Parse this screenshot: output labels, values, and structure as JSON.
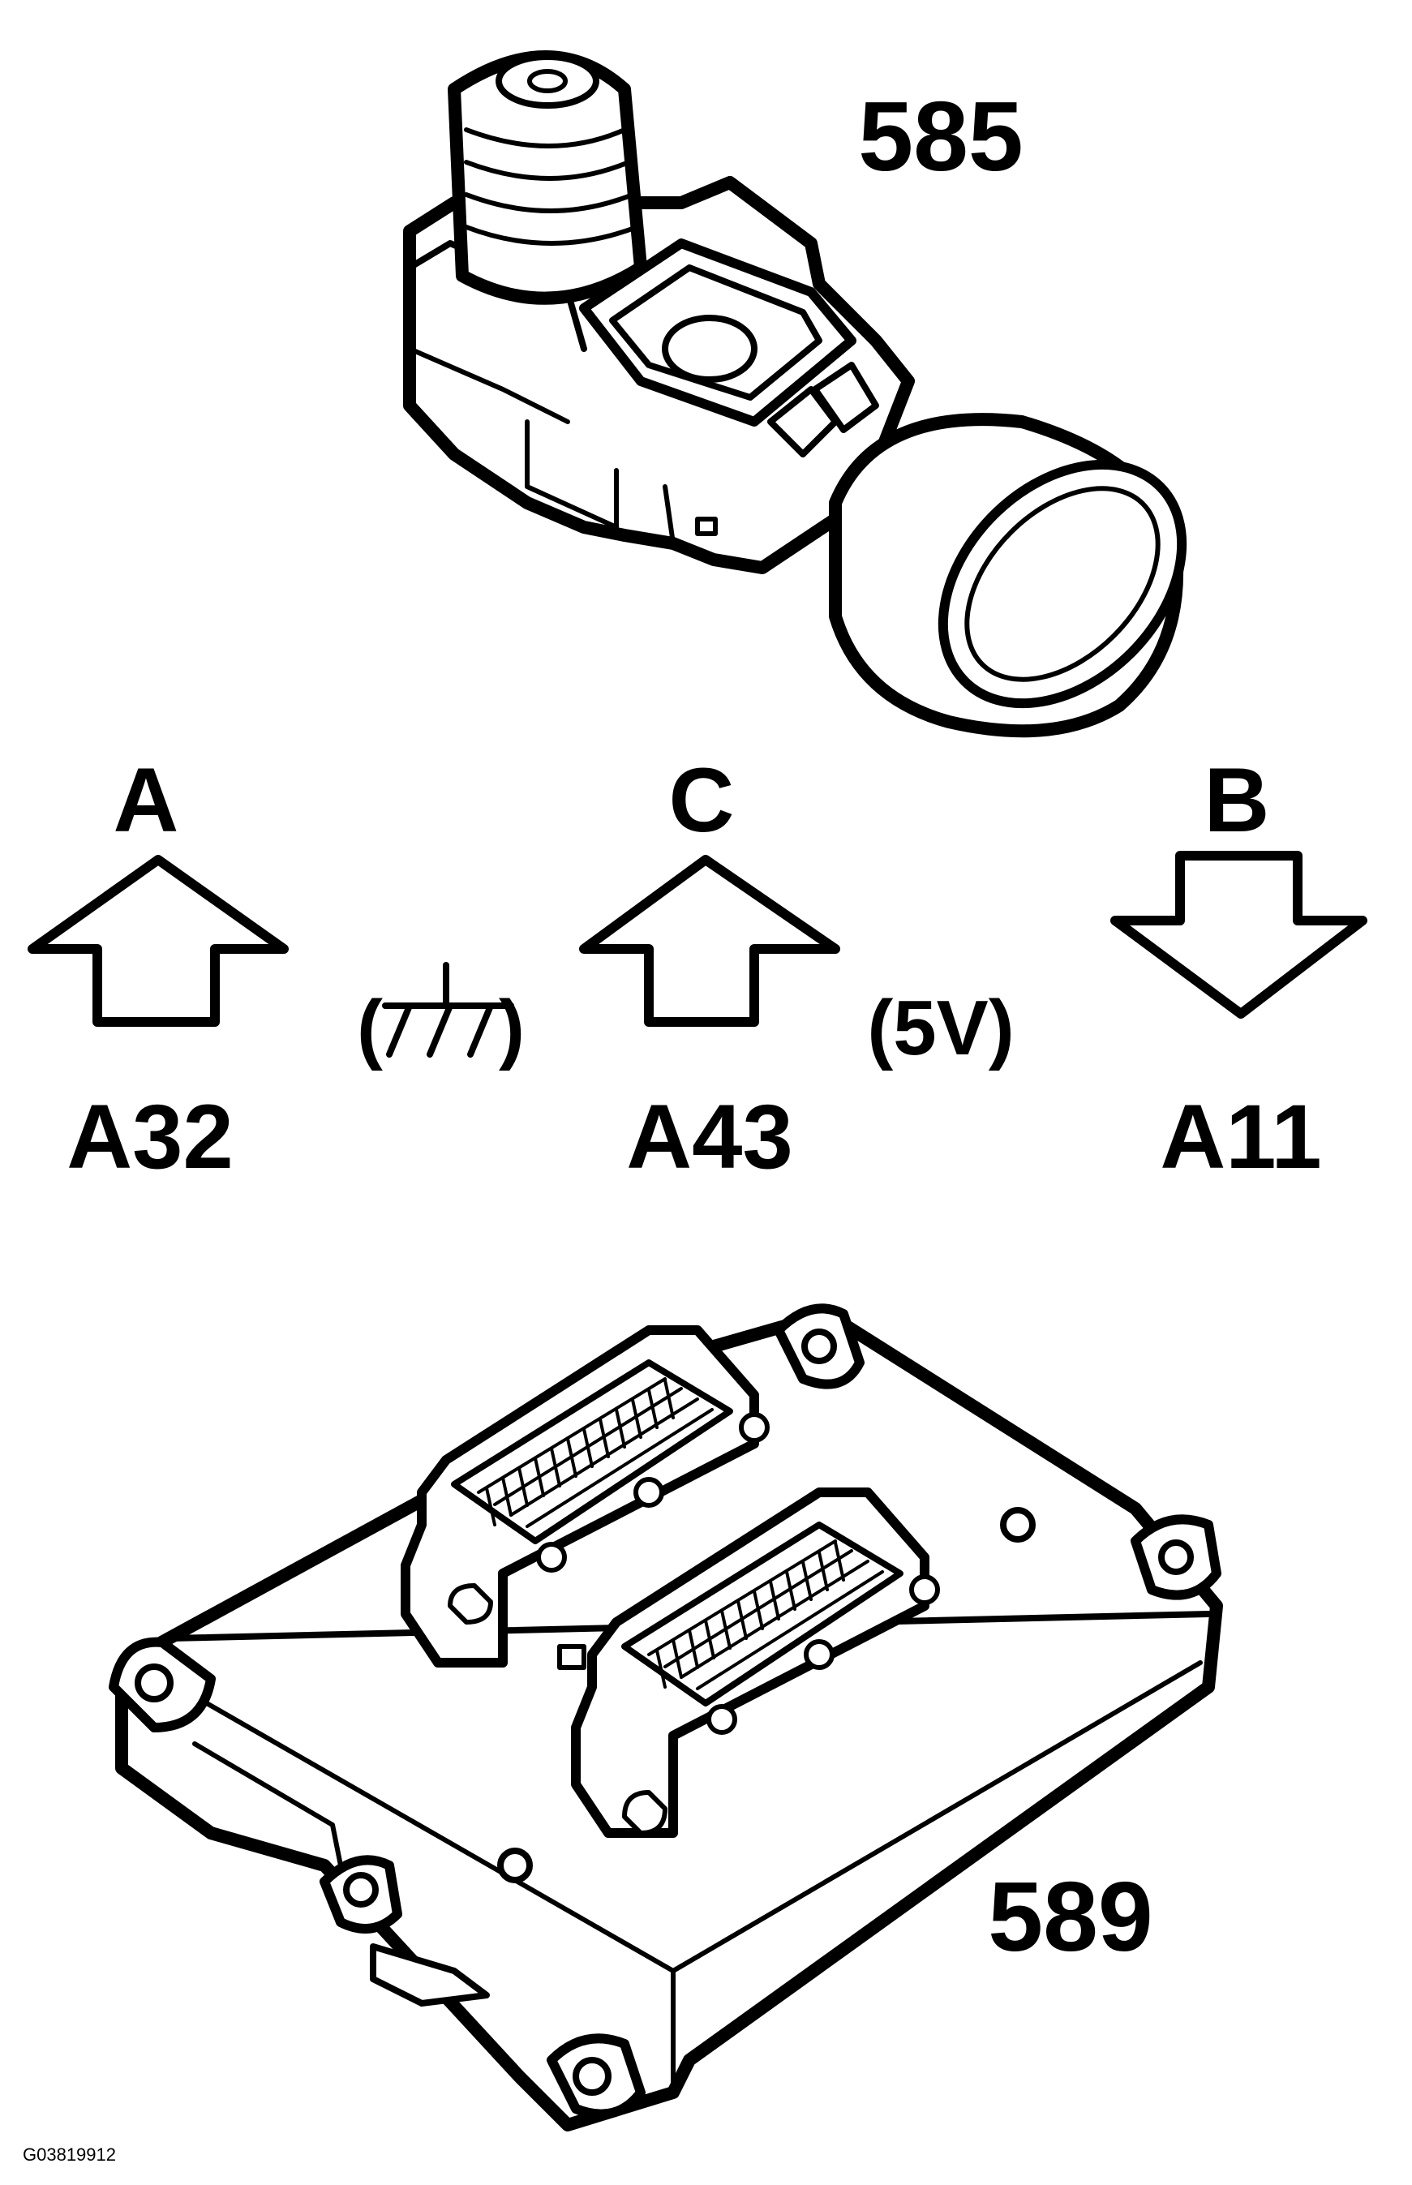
{
  "components": {
    "sensor": {
      "label": "585",
      "icon": "pressure-sensor-icon"
    },
    "control_module": {
      "label": "589",
      "icon": "control-module-icon"
    }
  },
  "pins": [
    {
      "terminal": "A",
      "cavity": "A32",
      "direction": "up",
      "signal": ""
    },
    {
      "terminal": "C",
      "cavity": "A43",
      "direction": "up",
      "signal": ""
    },
    {
      "terminal": "B",
      "cavity": "A11",
      "direction": "down",
      "signal": ""
    }
  ],
  "signals": {
    "ground": {
      "icon": "ground-symbol-icon"
    },
    "reference": "(5V)"
  },
  "figure_id": "G03819912",
  "colors": {
    "line": "#000000",
    "background": "#ffffff"
  }
}
